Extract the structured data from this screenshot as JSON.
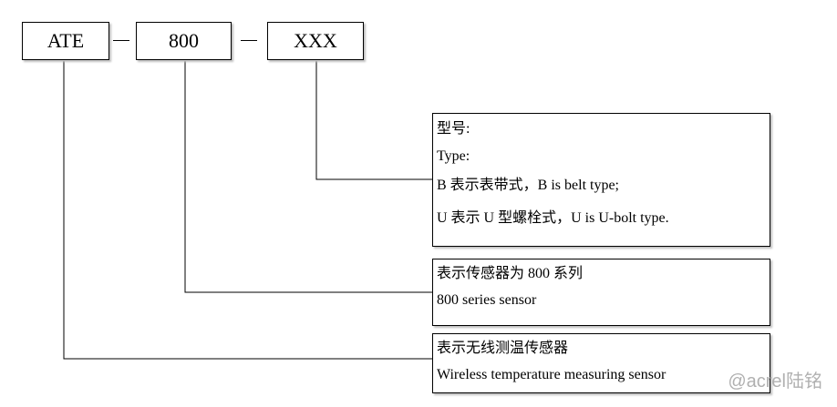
{
  "code_parts": {
    "part1": "ATE",
    "part2": "800",
    "part3": "XXX"
  },
  "descriptions": {
    "type": {
      "lines": [
        "型号:",
        "Type:",
        "B 表示表带式，B is belt type;",
        "U 表示 U 型螺栓式，U is U-bolt type."
      ]
    },
    "series": {
      "lines": [
        "表示传感器为 800 系列",
        "800 series sensor"
      ]
    },
    "wireless": {
      "lines": [
        "表示无线测温传感器",
        "Wireless temperature measuring sensor"
      ]
    }
  },
  "watermark": "@acrel陆铭",
  "colors": {
    "line": "#000000",
    "shadow": "#bdbdbd"
  }
}
